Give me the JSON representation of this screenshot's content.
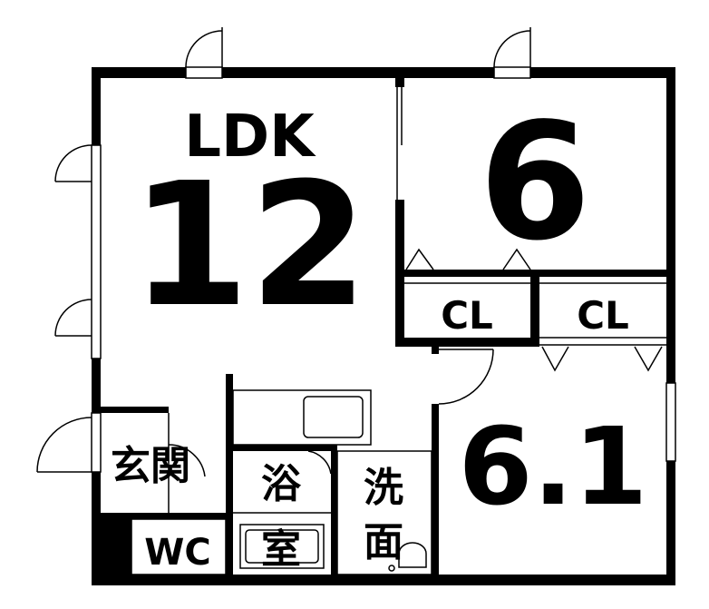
{
  "floorplan": {
    "ldk": {
      "label": "LDK",
      "size": "12"
    },
    "room_north": {
      "size": "6"
    },
    "room_south": {
      "size": "6.1"
    },
    "closets": [
      "CL",
      "CL"
    ],
    "entrance": "玄関",
    "bath": [
      "浴",
      "室"
    ],
    "washroom": [
      "洗",
      "面"
    ],
    "toilet": "WC"
  },
  "colors": {
    "wall": "#000000",
    "background": "#ffffff",
    "fixture": "#555555"
  }
}
